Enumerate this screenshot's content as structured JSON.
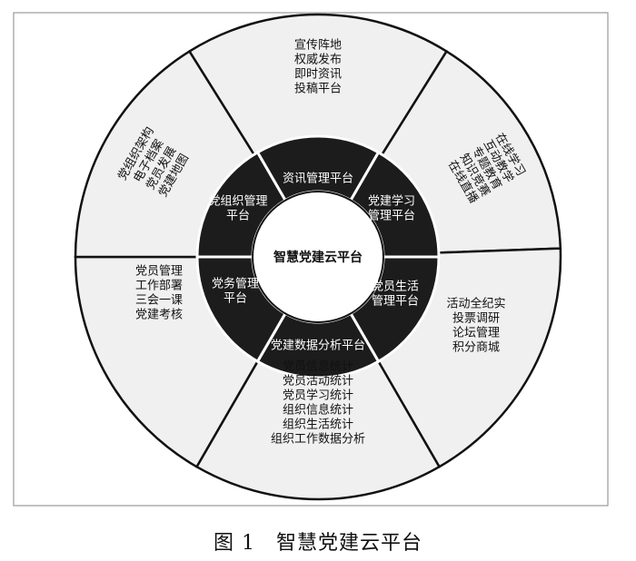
{
  "diagram": {
    "center_label": "智慧党建云平台",
    "inner_ring": [
      {
        "id": "news",
        "lines": [
          "资讯管理平台"
        ]
      },
      {
        "id": "study",
        "lines": [
          "党建学习",
          "管理平台"
        ]
      },
      {
        "id": "life",
        "lines": [
          "党员生活",
          "管理平台"
        ]
      },
      {
        "id": "data",
        "lines": [
          "党建数据分析平台"
        ]
      },
      {
        "id": "affairs",
        "lines": [
          "党务管理",
          "平台"
        ]
      },
      {
        "id": "org",
        "lines": [
          "党组织管理",
          "平台"
        ]
      }
    ],
    "outer_ring": [
      {
        "id": "news",
        "lines": [
          "宣传阵地",
          "权威发布",
          "即时资讯",
          "投稿平台"
        ]
      },
      {
        "id": "study",
        "lines": [
          "在线学习",
          "互动教学",
          "专题教育",
          "知识竞赛",
          "在线直播"
        ]
      },
      {
        "id": "life",
        "lines": [
          "活动全纪实",
          "投票调研",
          "论坛管理",
          "积分商城"
        ]
      },
      {
        "id": "data",
        "lines": [
          "党员信息统计",
          "党员活动统计",
          "党员学习统计",
          "组织信息统计",
          "组织生活统计",
          "组织工作数据分析"
        ]
      },
      {
        "id": "affairs",
        "lines": [
          "党员管理",
          "工作部署",
          "三会一课",
          "党建考核"
        ]
      },
      {
        "id": "org",
        "lines": [
          "党组织架构",
          "电子档案",
          "党员发展",
          "党建地图"
        ]
      }
    ]
  },
  "caption": "图 1　智慧党建云平台"
}
